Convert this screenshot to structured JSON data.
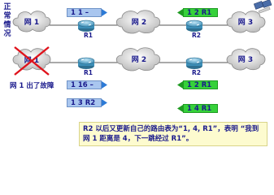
{
  "labels": {
    "normal": "正常情况",
    "failure": "网 1 出了故障"
  },
  "networks": {
    "net1": "网 1",
    "net2": "网 2",
    "net3": "网 3"
  },
  "routers": {
    "r1": "R1",
    "r2": "R2"
  },
  "messages": {
    "top_r1": "1 1 –",
    "top_r2": "1 2 R1",
    "bot_r1_a": "1 16 –",
    "bot_r1_b": "1 3 R2",
    "bot_r2_a": "1 2 R1",
    "bot_r2_b": "1 4 R1"
  },
  "note": "R2 以后又更新自己的路由表为“1, 4, R1”，表明 “我到网 1 距离是 4，下一跳经过 R1”。",
  "colors": {
    "blue_msg": "#a9c6ef",
    "green_msg": "#36d13a",
    "cross": "#e0121b",
    "text": "#1a1a8c"
  }
}
